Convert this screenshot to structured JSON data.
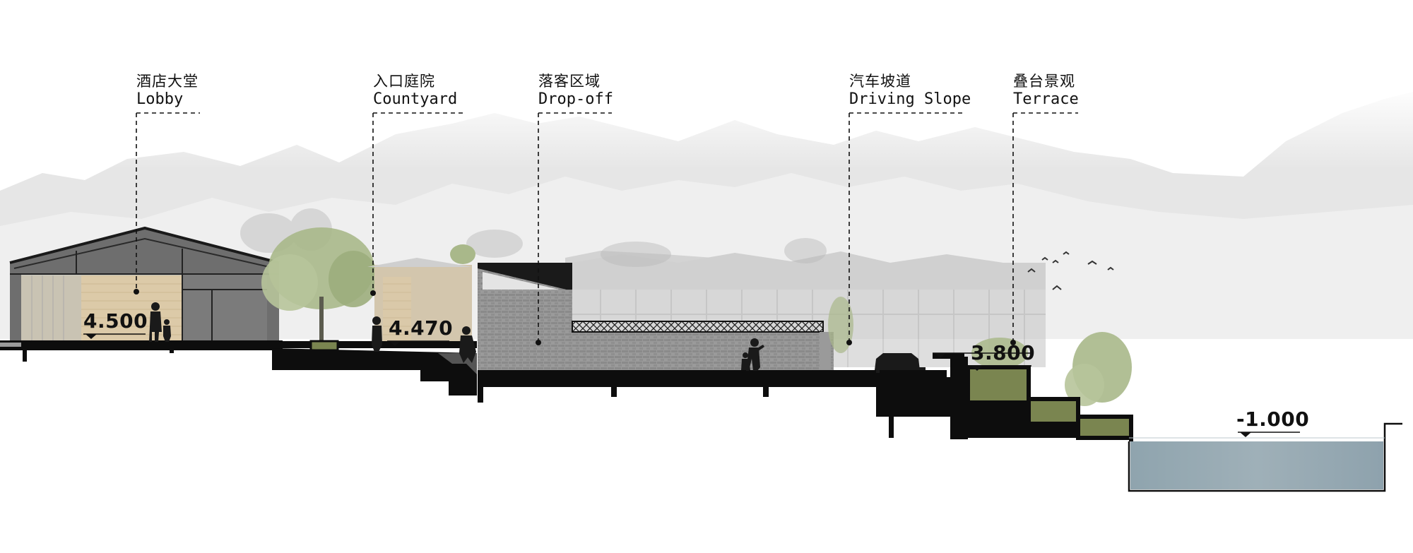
{
  "labels": {
    "lobby": {
      "zh": "酒店大堂",
      "en": "Lobby"
    },
    "courtyard": {
      "zh": "入口庭院",
      "en": "Countyard"
    },
    "dropoff": {
      "zh": "落客区域",
      "en": "Drop-off"
    },
    "slope": {
      "zh": "汽车坡道",
      "en": "Driving Slope"
    },
    "terrace": {
      "zh": "叠台景观",
      "en": "Terrace"
    }
  },
  "elevations": {
    "lobby": "4.500",
    "courtyard": "4.470",
    "slope": "3.800",
    "water": "-1.000"
  },
  "colors": {
    "ground": "#0d0d0d",
    "wood": "#d9c7a6",
    "hall": "#6e6e6e",
    "stone": "#8c8c8c",
    "planting": "#7a8550",
    "water": "#8ea2ad",
    "mountain": "#d9d9d9",
    "tree": "#a9b88a"
  }
}
